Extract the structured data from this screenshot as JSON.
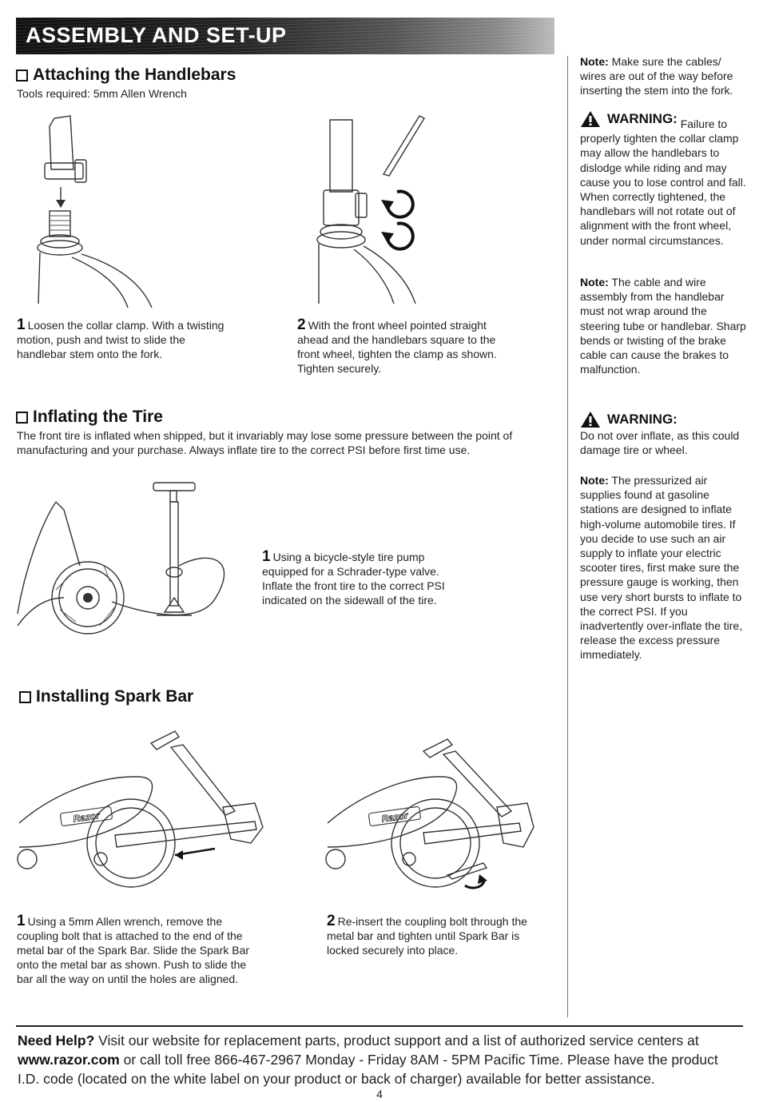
{
  "banner": {
    "title": "ASSEMBLY AND SET-UP"
  },
  "handlebars": {
    "heading": "Attaching the Handlebars",
    "tools": "Tools required: 5mm Allen Wrench",
    "step1": {
      "num": "1",
      "text": "Loosen the collar clamp. With a twisting motion, push and twist to slide the handlebar stem onto the fork."
    },
    "step2": {
      "num": "2",
      "text": "With the front wheel pointed straight ahead and the handlebars square to the front wheel, tighten the clamp as shown. Tighten securely."
    }
  },
  "tire": {
    "heading": "Inflating the Tire",
    "intro": "The front tire is inflated when shipped, but it invariably may lose some pressure between the point of manufacturing and your purchase. Always inflate tire to the correct PSI before first time use.",
    "step1": {
      "num": "1",
      "text": "Using a bicycle-style tire pump equipped for a Schrader-type valve. Inflate the front tire to the correct PSI indicated on the sidewall of the tire."
    }
  },
  "spark": {
    "heading": "Installing Spark Bar",
    "step1": {
      "num": "1",
      "text": "Using a 5mm Allen wrench, remove the coupling bolt that is attached to the end of the metal bar of the Spark Bar. Slide the Spark Bar onto the metal bar as shown. Push to slide the bar all the way on until the holes are aligned."
    },
    "step2": {
      "num": "2",
      "text": "Re-insert the coupling bolt through the metal bar and tighten until Spark Bar is locked securely into place."
    },
    "brand_logo": "Razor"
  },
  "sidebar": {
    "note1": {
      "label": "Note:",
      "text": "Make sure the cables/ wires are out of the way before inserting the stem into the fork."
    },
    "warning1": {
      "label": "WARNING:",
      "text": "Failure to properly tighten the collar clamp may allow the handlebars to dislodge while riding and may cause you to lose control and fall. When correctly tightened, the handlebars will not rotate out of alignment with the front wheel, under normal circumstances."
    },
    "note2": {
      "label": "Note:",
      "text": "The cable and wire assembly from the handlebar must not wrap around the steering tube or handlebar. Sharp bends or twisting of the brake cable can cause the brakes to malfunction."
    },
    "warning2": {
      "label": "WARNING:",
      "text": "Do not over inflate, as this could damage tire or wheel."
    },
    "note3": {
      "label": "Note:",
      "text": "The pressurized air supplies found at gasoline stations are designed to inflate high-volume automobile tires. If you decide to use such an air supply to inflate your electric scooter tires, first make sure the pressure gauge is working, then use very short bursts to inflate to the correct PSI. If you inadvertently over-inflate the tire, release the excess pressure immediately."
    }
  },
  "footer": {
    "lead": "Need Help?",
    "text1": "Visit our website for replacement parts, product support and a list of authorized service centers at",
    "url": "www.razor.com",
    "text2": "or call toll free 866-467-2967 Monday - Friday 8AM - 5PM Pacific Time. Please have the product I.D. code (located on the white label on your product or back of charger) available for better assistance."
  },
  "page_number": "4",
  "icons": [
    "checkbox-icon",
    "warning-triangle-icon",
    "rotate-arrow-icon",
    "push-arrow-icon"
  ]
}
